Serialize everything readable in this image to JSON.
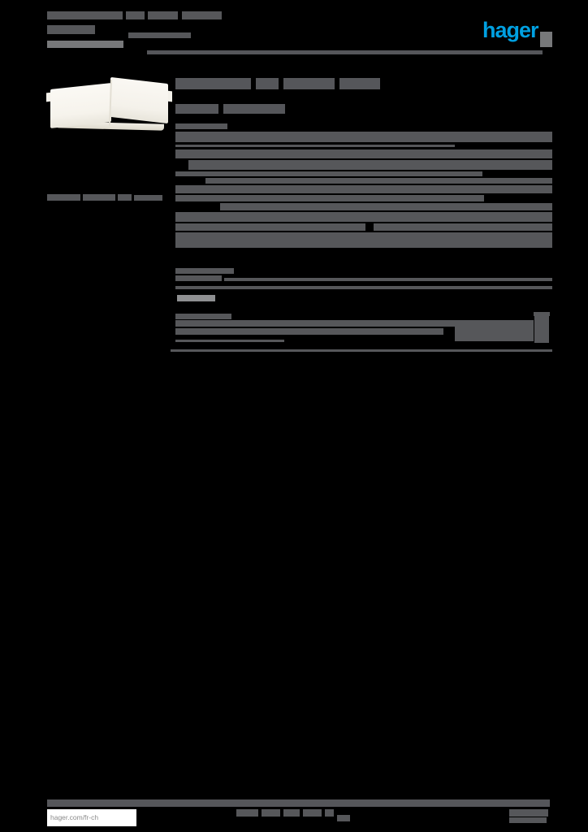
{
  "page": {
    "background": "#000000",
    "default_bar_color": "#56575a"
  },
  "brand": {
    "logo_text": "hager",
    "logo_color": "#00a0e1",
    "logo_mark_color": "#77787a"
  },
  "footer": {
    "website": "hager.com/fr-ch",
    "website_text_color": "#8a8a8a",
    "website_box_color": "#ffffff"
  },
  "product_photo": {
    "description_colors": {
      "face": "#f9f7f1",
      "shade": "#e9e6dc",
      "seam": "#e3dfd4"
    }
  },
  "redacted_bars": [
    {
      "name": "header-title-line1-word",
      "color": "#56575a",
      "bars": [
        [
          58,
          14,
          93,
          10
        ],
        [
          155,
          14,
          23,
          10
        ],
        [
          182,
          14,
          37,
          10
        ],
        [
          224,
          14,
          49,
          10
        ]
      ]
    },
    {
      "name": "header-title-line2-word",
      "color": "#56575a",
      "bars": [
        [
          58,
          31,
          59,
          11
        ],
        [
          158,
          40,
          77,
          7
        ]
      ]
    },
    {
      "name": "header-subtitle-word",
      "color": "#77787a",
      "bars": [
        [
          58,
          50,
          94,
          9
        ]
      ]
    },
    {
      "name": "header-divider",
      "color": "#55565a",
      "bars": [
        [
          181,
          62,
          487,
          5
        ]
      ]
    },
    {
      "name": "photo-caption-word",
      "color": "#56575a",
      "bars": [
        [
          58,
          239,
          41,
          8
        ],
        [
          102,
          239,
          40,
          8
        ],
        [
          145,
          239,
          17,
          8
        ],
        [
          165,
          240,
          35,
          7
        ]
      ]
    },
    {
      "name": "product-title-word",
      "color": "#55565a",
      "bars": [
        [
          216,
          96,
          93,
          14
        ],
        [
          315,
          96,
          28,
          14
        ],
        [
          349,
          96,
          63,
          14
        ],
        [
          418,
          96,
          50,
          14
        ]
      ]
    },
    {
      "name": "product-reference-word",
      "color": "#55565a",
      "bars": [
        [
          216,
          128,
          53,
          12
        ],
        [
          275,
          128,
          76,
          12
        ]
      ]
    },
    {
      "name": "spec-section-label",
      "color": "#56575a",
      "bars": [
        [
          216,
          152,
          64,
          7
        ]
      ]
    },
    {
      "name": "spec-table-row",
      "color": "#56575a",
      "bars": [
        [
          216,
          162,
          464,
          13
        ],
        [
          216,
          178,
          344,
          3
        ],
        [
          216,
          184,
          464,
          11
        ],
        [
          232,
          197,
          448,
          12
        ],
        [
          216,
          211,
          378,
          6
        ],
        [
          253,
          219,
          427,
          7
        ],
        [
          216,
          228,
          464,
          10
        ],
        [
          216,
          240,
          380,
          8
        ],
        [
          271,
          250,
          409,
          9
        ],
        [
          216,
          261,
          464,
          12
        ],
        [
          216,
          275,
          234,
          9
        ],
        [
          460,
          275,
          220,
          9
        ],
        [
          216,
          286,
          464,
          19
        ]
      ]
    },
    {
      "name": "dimension-row-label",
      "color": "#56575a",
      "bars": [
        [
          216,
          330,
          72,
          7
        ],
        [
          216,
          339,
          57,
          7
        ]
      ]
    },
    {
      "name": "dimension-row-rule",
      "color": "#56575a",
      "bars": [
        [
          276,
          342,
          404,
          4
        ],
        [
          216,
          352,
          464,
          4
        ]
      ]
    },
    {
      "name": "drawing-link-chip",
      "color": "#8e8f91",
      "bars": [
        [
          218,
          363,
          47,
          8
        ]
      ]
    },
    {
      "name": "references-table",
      "color": "#56575a",
      "bars": [
        [
          657,
          384,
          20,
          5
        ],
        [
          216,
          386,
          69,
          7
        ],
        [
          216,
          394,
          441,
          8
        ],
        [
          216,
          404,
          330,
          8
        ],
        [
          560,
          394,
          97,
          26
        ],
        [
          658,
          386,
          18,
          36
        ],
        [
          216,
          418,
          134,
          3
        ],
        [
          210,
          430,
          470,
          3
        ]
      ]
    },
    {
      "name": "footer-divider",
      "color": "#55565a",
      "bars": [
        [
          58,
          984,
          619,
          9
        ]
      ]
    },
    {
      "name": "footer-note-word",
      "color": "#56575a",
      "bars": [
        [
          291,
          996,
          27,
          9
        ],
        [
          322,
          996,
          23,
          9
        ],
        [
          349,
          996,
          20,
          9
        ],
        [
          373,
          996,
          23,
          9
        ],
        [
          400,
          996,
          11,
          9
        ],
        [
          415,
          1003,
          16,
          8
        ]
      ]
    },
    {
      "name": "footer-page-block",
      "color": "#56575a",
      "bars": [
        [
          627,
          996,
          48,
          9
        ],
        [
          627,
          1006,
          46,
          7
        ]
      ]
    }
  ]
}
